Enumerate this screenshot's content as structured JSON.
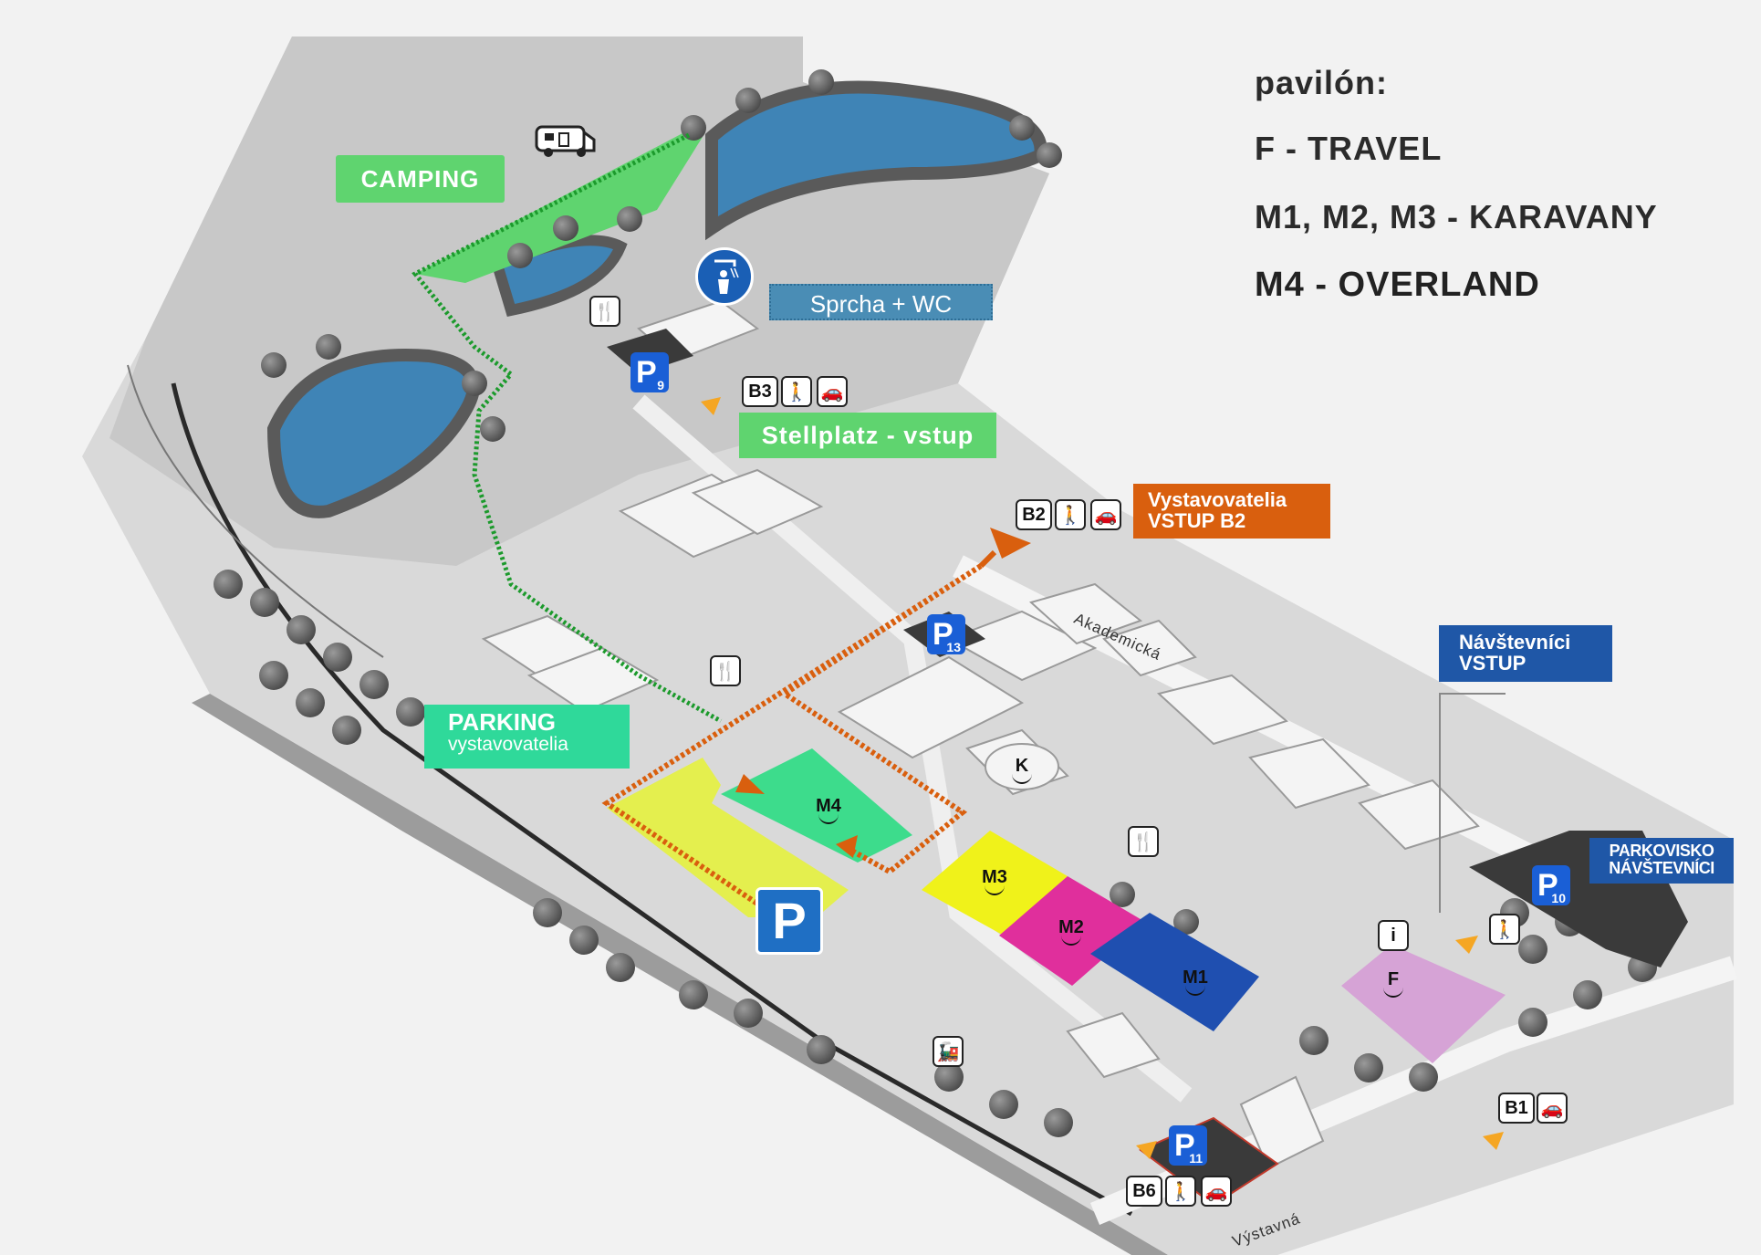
{
  "legend": {
    "title": "pavilón:",
    "line_f": "F - TRAVEL",
    "line_m": "M1, M2, M3 - KARAVANY",
    "line_m4": "M4 - OVERLAND"
  },
  "labels": {
    "camping": "CAMPING",
    "shower": "Sprcha + WC",
    "stellplatz": "Stellplatz - vstup",
    "exhibitors_entry_line1": "Vystavovatelia",
    "exhibitors_entry_line2": "VSTUP B2",
    "parking_line1": "PARKING",
    "parking_line2": "vystavovatelia",
    "visitors_entry_line1": "Návštevníci",
    "visitors_entry_line2": "VSTUP",
    "visitor_parking_line1": "PARKOVISKO",
    "visitor_parking_line2": "NÁVŠTEVNÍCI"
  },
  "gates": {
    "b1": "B1",
    "b2": "B2",
    "b3": "B3",
    "b6": "B6"
  },
  "parking_badges": {
    "p_letter": "P",
    "p9": "9",
    "p10": "10",
    "p11": "11",
    "p13": "13"
  },
  "pavilions": {
    "m1": "M1",
    "m2": "M2",
    "m3": "M3",
    "m4": "M4",
    "f": "F",
    "k": "K"
  },
  "info_icon": "i",
  "streets": {
    "akademicka": "Akademická",
    "vystavna": "Výstavná"
  },
  "colors": {
    "camping": "#5fd46f",
    "shower": "#4a8db5",
    "exhibitor_route": "#d95f0e",
    "parking_exhibitors": "#2fd99a",
    "visitor_entry": "#1f57a7",
    "m1": "#1f4fb0",
    "m2": "#e02f9c",
    "m3": "#f0f21a",
    "m4": "#3ddc8c",
    "f": "#d6a3d6",
    "yellow_parking": "#e4ef4e",
    "water": "#3f84b6"
  },
  "icons": [
    "camper-icon",
    "shower-icon",
    "restaurant-icon",
    "pedestrian-icon",
    "car-icon",
    "train-icon",
    "info-icon"
  ]
}
